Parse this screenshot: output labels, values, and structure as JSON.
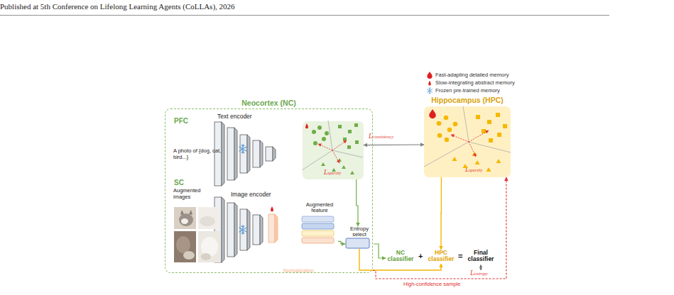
{
  "diagram": {
    "nodes": [
      {
        "text": [
          "Neocortex (NC)"
        ]
      },
      {
        "text": [
          "Text encoder"
        ],
        "in": 0
      },
      {
        "text": [
          "Lsparsity"
        ],
        "in": 0
      },
      {
        "text": [
          "Image encoder"
        ],
        "in": 0
      },
      {
        "text": [
          "Augmented feature"
        ],
        "in": 0
      },
      {
        "text": [
          "Entropy select"
        ],
        "in": 0
      },
      {
        "text": [
          "Hippocampus (HPC)",
          "Lsparsity"
        ]
      },
      {
        "text": [
          "NC classifier"
        ]
      },
      {
        "text": [
          "HPC classifier"
        ]
      },
      {
        "text": [
          "Final classifier"
        ]
      }
    ],
    "edges": [
      {
        "from": 2,
        "to": 6,
        "arrow": "both",
        "label": "Lconsistency"
      },
      {
        "from": 2,
        "to": 5,
        "arrow": "to"
      },
      {
        "from": 4,
        "to": 5,
        "arrow": "to"
      },
      {
        "from": 5,
        "to": 7,
        "arrow": "to"
      },
      {
        "from": 6,
        "to": 8,
        "arrow": "to"
      },
      {
        "from": 5,
        "to": 8,
        "arrow": "to"
      },
      {
        "from": 0,
        "to": 6,
        "arrow": "to",
        "label": "High-confidence sample"
      }
    ],
    "labels": [
      "Published at 5th Conference on Lifelong Learning Agents (CoLLAs), 2026",
      "PFC",
      "A photo of {dog, cat, bird...}",
      "SC",
      "Augmented images",
      "Normalization",
      "+",
      "=",
      "Lentropy"
    ],
    "legend": [
      {
        "text": "Fast-adapting detailed memory"
      },
      {
        "text": "Slow-integrating abstract memory"
      },
      {
        "text": "Frozen pre-trained memory"
      }
    ]
  }
}
